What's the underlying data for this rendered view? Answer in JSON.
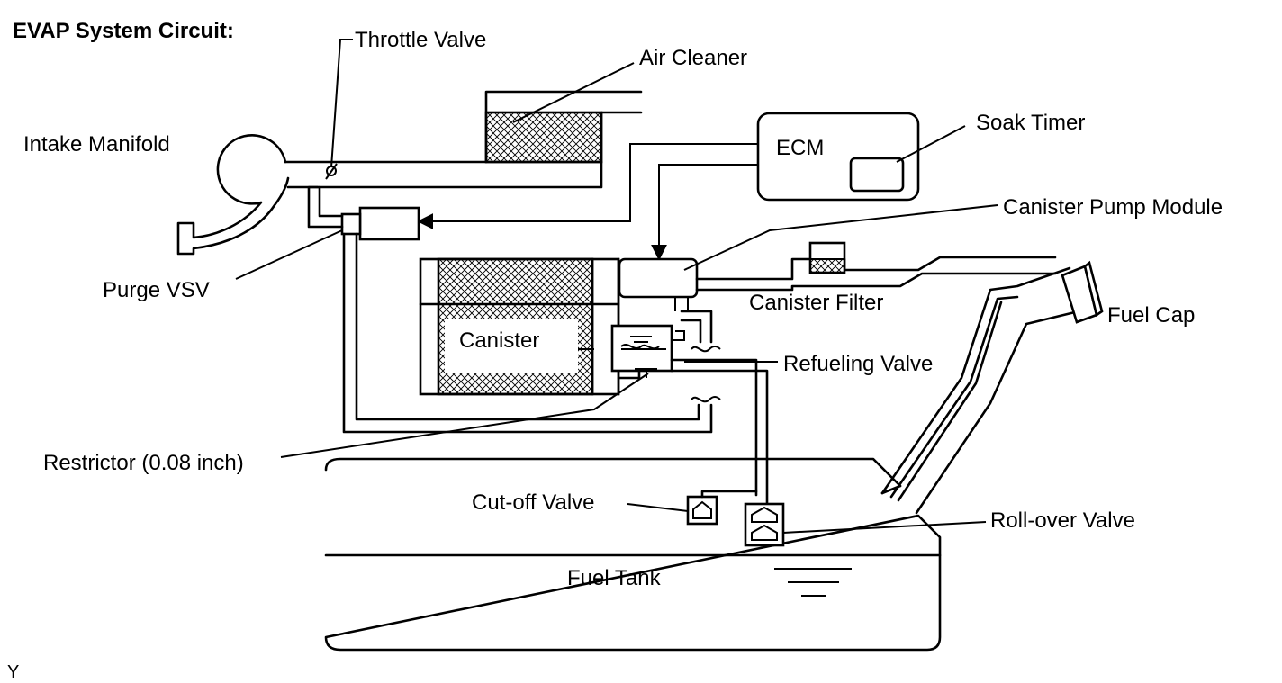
{
  "title": "EVAP System Circuit:",
  "labels": {
    "throttle_valve": "Throttle Valve",
    "air_cleaner": "Air Cleaner",
    "intake_manifold": "Intake Manifold",
    "ecm": "ECM",
    "soak_timer": "Soak Timer",
    "canister_pump_module": "Canister Pump Module",
    "purge_vsv": "Purge VSV",
    "canister_filter": "Canister Filter",
    "fuel_cap": "Fuel Cap",
    "canister": "Canister",
    "refueling_valve": "Refueling Valve",
    "restrictor": "Restrictor (0.08 inch)",
    "cutoff_valve": "Cut-off Valve",
    "rollover_valve": "Roll-over Valve",
    "fuel_tank": "Fuel Tank"
  },
  "footer_mark": "Y"
}
